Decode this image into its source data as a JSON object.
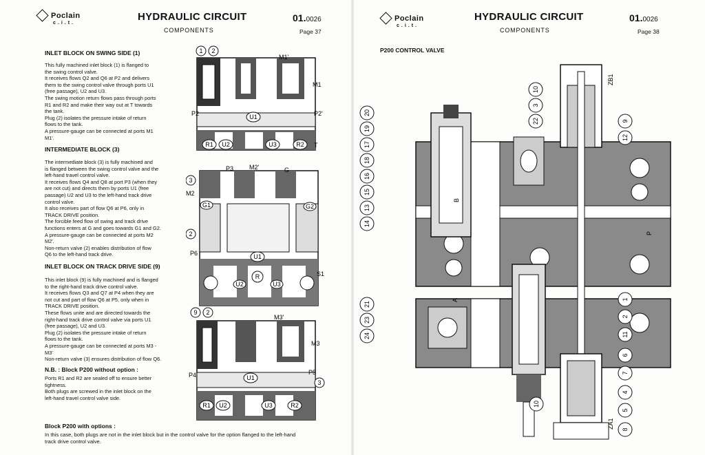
{
  "left_page": {
    "logo": {
      "name": "Poclain",
      "sub": "c.i.t."
    },
    "title": "HYDRAULIC CIRCUIT",
    "subtitle": "COMPONENTS",
    "doc_number": "01.",
    "doc_suffix": "0026",
    "page": "Page 37",
    "sections": [
      {
        "heading": "INLET BLOCK ON SWING SIDE (1)",
        "text": "This fully machined inlet block (1) is flanged to\nthe swing control valve.\nIt receives flows Q2 and Q6 at P2 and delivers\nthem to the swing control valve through ports U1\n(free passage), U2 and U3.\nThe swing motion return flows pass through ports\nR1 and R2 and make their way out at T towards\nthe tank.\nPlug (2) isolates the pressure intake of return\nflows to the tank.\nA pressure-gauge can be connected at ports M1\nM1'."
      },
      {
        "heading": "INTERMEDIATE BLOCK (3)",
        "text": "The intermediate block (3) is fully machined and\nis flanged between the swing control valve and the\nleft-hand travel control valve.\nIt receives flows Q4 and Q8 at port P3 (when they\nare not cut) and directs them by ports U1 (free\npassage) U2 and U3 to the left-hand track drive\ncontrol valve.\nIt also receives part of flow Q6 at P6, only in\nTRACK DRIVE position.\nThe forcible feed flow of swing and track drive\nfunctions enters at G and goes towards G1 and G2.\nA pressure-gauge can be connected at ports M2\nM2'.\nNon-return valve (2) enables distribution of flow\nQ6 to the left-hand track drive."
      },
      {
        "heading": "INLET BLOCK ON TRACK DRIVE SIDE (9)",
        "text": "This inlet block (9) is fully machined and is flanged\nto the right-hand track drive control valve.\nIt receives flows Q3 and Q7 at P4 when they are\nnot cut and part of flow Q6 at P5, only when in\nTRACK DRIVE position.\nThese flows unite and are directed towards the\nright-hand track drive control valve via ports U1\n(free passage), U2 and U3.\nPlug (2) isolates the pressure intake of return\nflows to the tank.\nA pressure-gauge can be connected at ports M3 -\nM3'\nNon-return valve (3) ensures distribution of flow Q6."
      }
    ],
    "nb_heading": "N.B. : Block P200 without option :",
    "nb_text": "Ports R1 and R2 are sealed off to ensure better\ntightness.\nBoth plugs are screwed in the inlet block on the\nleft-hand travel control valve side.",
    "options_heading": "Block P200 with options :",
    "options_text": "In this case, both plugs are not in the inlet block but in the control valve for the option flanged to the left-hand\ntrack drive control valve.",
    "diagram_labels": {
      "block1": {
        "c1": "1",
        "c2": "2",
        "m1p": "M1'",
        "m1": "M1",
        "p2": "P2",
        "p2p": "P2'",
        "u1": "U1",
        "r1": "R1",
        "u2": "U2",
        "u3": "U3",
        "r2": "R2",
        "t": "T"
      },
      "block2": {
        "p3": "P3",
        "m2p": "M2'",
        "g": "G",
        "c3": "3",
        "m2": "M2",
        "g1": "G1",
        "g2": "G2",
        "c2": "2",
        "p6": "P6",
        "u1": "U1",
        "r": "R",
        "s1": "S1",
        "u2": "U2",
        "u3": "U3"
      },
      "block3": {
        "c9": "9",
        "c2": "2",
        "m3p": "M3'",
        "m3": "M3",
        "p4": "P4",
        "p5": "P5",
        "c3": "3",
        "u1": "U1",
        "r1": "R1",
        "u2": "U2",
        "u3": "U3",
        "r2": "R2"
      }
    }
  },
  "right_page": {
    "logo": {
      "name": "Poclain",
      "sub": "c.i.t."
    },
    "title": "HYDRAULIC CIRCUIT",
    "subtitle": "COMPONENTS",
    "doc_number": "01.",
    "doc_suffix": "0026",
    "page": "Page 38",
    "section_heading": "P200 CONTROL VALVE",
    "diagram_labels": {
      "zb1": "ZB1",
      "za1": "ZA1",
      "b": "B",
      "a": "A",
      "p": "P",
      "left_callouts": [
        "20",
        "19",
        "17",
        "18",
        "16",
        "15",
        "13",
        "14"
      ],
      "lower_left_callouts": [
        "21",
        "23",
        "24"
      ],
      "top_callouts": [
        "10",
        "3",
        "22"
      ],
      "right_callouts": [
        "9",
        "12",
        "1",
        "2",
        "11",
        "6",
        "7",
        "4",
        "5",
        "8"
      ],
      "bottom_callout": "10"
    }
  }
}
